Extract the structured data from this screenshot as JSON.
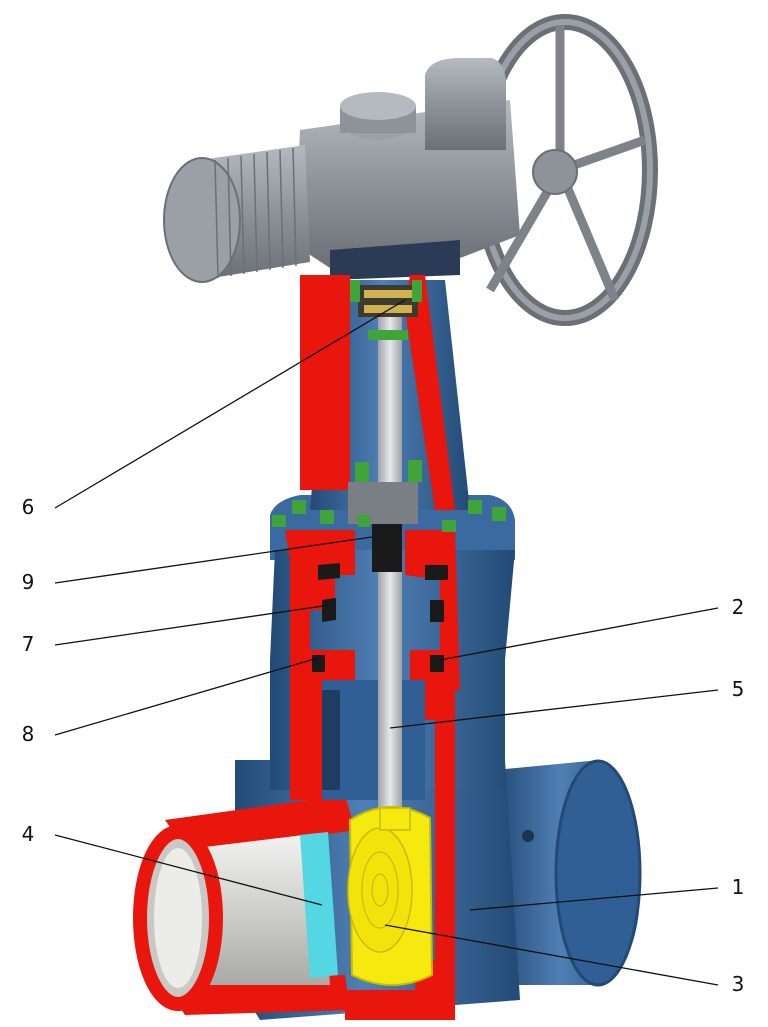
{
  "colors": {
    "background": "#ffffff",
    "body_blue": "#2f5f95",
    "body_blue_dark": "#234a75",
    "body_blue_light": "#4f7fb5",
    "section_red": "#e8160c",
    "actuator_grey": "#8d9399",
    "actuator_grey_light": "#b4babf",
    "actuator_grey_dark": "#6a7076",
    "stem_silver": "#c5c8cb",
    "disc_yellow": "#f5e90f",
    "seat_cyan": "#54d7e2",
    "bolt_green": "#3fa53a",
    "gland_grey": "#7a7f84",
    "packing_black": "#1a1a1a",
    "bore_inner": "#d6d6d4",
    "leader_line": "#111111"
  },
  "callouts": [
    {
      "label": "6"
    },
    {
      "label": "9"
    },
    {
      "label": "7"
    },
    {
      "label": "8"
    },
    {
      "label": "4"
    },
    {
      "label": "2"
    },
    {
      "label": "5"
    },
    {
      "label": "1"
    },
    {
      "label": "3"
    }
  ]
}
